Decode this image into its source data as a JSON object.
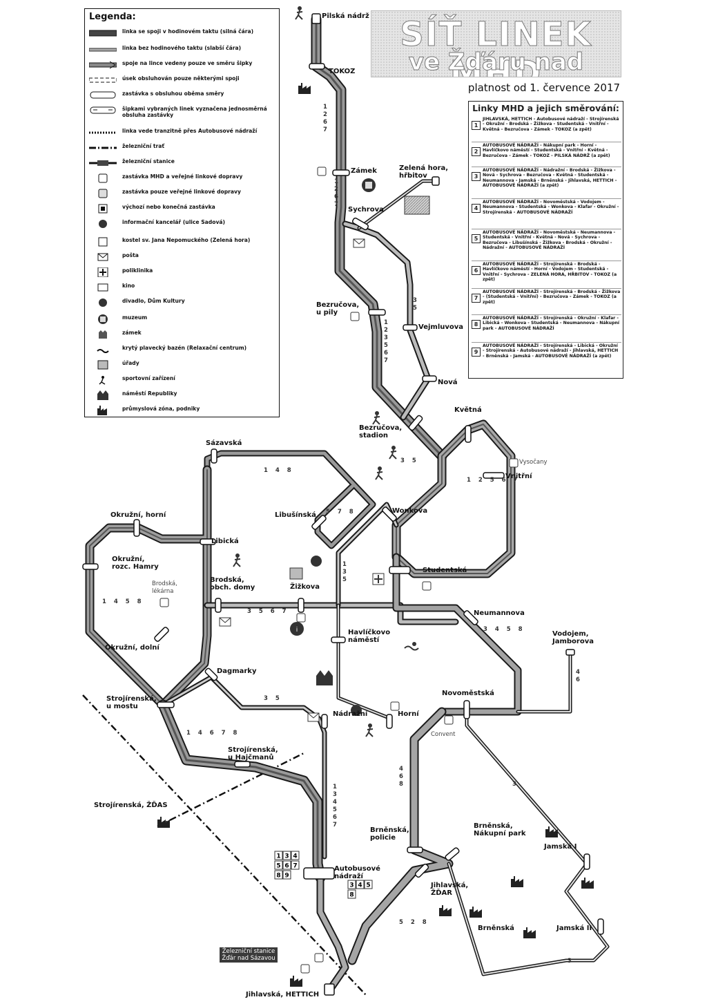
{
  "legend": {
    "title": "Legenda:",
    "items": [
      {
        "label": "linka se spoji v hodinovém taktu (silná čára)",
        "symbol": "thick-line"
      },
      {
        "label": "linka bez hodinového taktu (slabší čára)",
        "symbol": "thin-line"
      },
      {
        "label": "spoje na lince vedeny pouze ve směru šipky",
        "symbol": "arrow-line"
      },
      {
        "label": "úsek obsluhován pouze některými spoji",
        "symbol": "dashed-line"
      },
      {
        "label": "zastávka s obsluhou oběma směry",
        "symbol": "stop-bar"
      },
      {
        "label": "šipkami vybraných linek vyznačena jednosměrná obsluha zastávky",
        "symbol": "stop-arrows"
      },
      {
        "label": "linka vede tranzitně přes Autobusové nádraží",
        "symbol": "dotted-line"
      },
      {
        "label": "železniční trať",
        "symbol": "rail-line"
      },
      {
        "label": "železniční stanice",
        "symbol": "rail-station"
      },
      {
        "label": "zastávka MHD a veřejné linkové dopravy",
        "symbol": "bus-stop"
      },
      {
        "label": "zastávka pouze veřejné linkové dopravy",
        "symbol": "bus-stop-regional"
      },
      {
        "label": "výchozí nebo konečná zastávka",
        "symbol": "terminus"
      },
      {
        "label": "informační kancelář (ulice Sadová)",
        "symbol": "info"
      },
      {
        "label": "kostel sv. Jana Nepomuckého (Zelená hora)",
        "symbol": "church"
      },
      {
        "label": "pošta",
        "symbol": "post"
      },
      {
        "label": "poliklinika",
        "symbol": "clinic"
      },
      {
        "label": "kino",
        "symbol": "cinema"
      },
      {
        "label": "divadlo, Dům Kultury",
        "symbol": "theatre"
      },
      {
        "label": "muzeum",
        "symbol": "museum"
      },
      {
        "label": "zámek",
        "symbol": "castle"
      },
      {
        "label": "krytý plavecký bazén (Relaxační centrum)",
        "symbol": "pool"
      },
      {
        "label": "úřady",
        "symbol": "office"
      },
      {
        "label": "sportovní zařízení",
        "symbol": "sport"
      },
      {
        "label": "náměstí Republiky",
        "symbol": "square"
      },
      {
        "label": "průmyslová zóna, podniky",
        "symbol": "factory"
      }
    ]
  },
  "header": {
    "title_line1": "SÍŤ LINEK MHD",
    "title_line2": "ve Žďáru nad Sázavou",
    "validity": "platnost od 1. července 2017"
  },
  "routes_panel": {
    "title": "Linky MHD a jejich směrování:",
    "routes": [
      {
        "line": "1",
        "text": "JIHLAVSKÁ, HETTICH - Autobusové nádraží - Strojírenská - Okružní - Brodská - Žižkova - Studentská - Vnitřní - Květná - Bezručova - Zámek - TOKOZ (a zpět)"
      },
      {
        "line": "2",
        "text": "AUTOBUSOVÉ NÁDRAŽÍ - Nákupní park - Horní - Havlíčkovo náměstí - Studentská - Vnitřní - Květná - Bezručova - Zámek - TOKOZ - PILSKÁ NÁDRŽ (a zpět)"
      },
      {
        "line": "3",
        "text": "AUTOBUSOVÉ NÁDRAŽÍ - Nádražní - Brodská - Žižkova - Nová - Sychrova - Bezručova - Květná - Studentská - Neumannova - Jamská - Brněnská - Jihlavská, HETTICH - AUTOBUSOVÉ NÁDRAŽÍ (a zpět)"
      },
      {
        "line": "4",
        "text": "AUTOBUSOVÉ NÁDRAŽÍ - Novoměstská - Vodojem - Neumannova - Studentská - Wonkova - Klafar - Okružní - Strojírenská - AUTOBUSOVÉ NÁDRAŽÍ"
      },
      {
        "line": "5",
        "text": "AUTOBUSOVÉ NÁDRAŽÍ - Novoměstská - Neumannova - Studentská - Vnitřní - Květná - Nová - Sychrova - Bezručova - Libušínská - Žižkova - Brodská - Okružní - Nádražní - AUTOBUSOVÉ NÁDRAŽÍ"
      },
      {
        "line": "6",
        "text": "AUTOBUSOVÉ NÁDRAŽÍ - Strojírenská - Brodská - Havlíčkovo náměstí - Horní - Vodojem - Studentská - Vnitřní - Sychrova - ZELENÁ HORA, HŘBITOV - TOKOZ (a zpět)"
      },
      {
        "line": "7",
        "text": "AUTOBUSOVÉ NÁDRAŽÍ - Strojírenská - Brodská - Žižkova - (Studentská - Vnitřní) - Bezručova - Zámek - TOKOZ (a zpět)"
      },
      {
        "line": "8",
        "text": "AUTOBUSOVÉ NÁDRAŽÍ - Strojírenská - Okružní - Klafar - Libická - Wonkova - Studentská - Neumannova - Nákupní park - AUTOBUSOVÉ NÁDRAŽÍ"
      },
      {
        "line": "9",
        "text": "AUTOBUSOVÉ NÁDRAŽÍ - Strojírenská - Libická - Okružní - Strojírenská - Autobusové nádraží - Jihlavská, HETTICH - Brněnská - Jamská - AUTOBUSOVÉ NÁDRAŽÍ (a zpět)"
      }
    ]
  },
  "stops": [
    {
      "id": "pilska-nadrz",
      "label": "Pilská nádrž"
    },
    {
      "id": "tokoz",
      "label": "TOKOZ"
    },
    {
      "id": "zamek",
      "label": "Zámek"
    },
    {
      "id": "zelena-hora",
      "label": "Zelená hora,\nhřbitov"
    },
    {
      "id": "sychrova",
      "label": "Sychrova"
    },
    {
      "id": "bezrucova-pily",
      "label": "Bezručova,\nu pily"
    },
    {
      "id": "vejmluvova",
      "label": "Vejmluvova"
    },
    {
      "id": "nova",
      "label": "Nová"
    },
    {
      "id": "kvetna",
      "label": "Květná"
    },
    {
      "id": "bezrucova-stadion",
      "label": "Bezručova,\nstadion"
    },
    {
      "id": "vysocany",
      "label": "Vysočany"
    },
    {
      "id": "vnitrni",
      "label": "Vnitřní"
    },
    {
      "id": "sazavska",
      "label": "Sázavská"
    },
    {
      "id": "libusinska",
      "label": "Libušínská"
    },
    {
      "id": "wonkova",
      "label": "Wonkova"
    },
    {
      "id": "okruzni-horni",
      "label": "Okružní, horní"
    },
    {
      "id": "libicka",
      "label": "Libická"
    },
    {
      "id": "okruzni-hamry",
      "label": "Okružní,\nrozc. Hamry"
    },
    {
      "id": "brodska-lekarna",
      "label": "Brodská,\nlékárna"
    },
    {
      "id": "brodska-domy",
      "label": "Brodská,\nobch. domy"
    },
    {
      "id": "zizkova",
      "label": "Žižkova"
    },
    {
      "id": "studentska",
      "label": "Studentská"
    },
    {
      "id": "neumannova",
      "label": "Neumannova"
    },
    {
      "id": "havlickovo",
      "label": "Havlíčkovo\nnáměstí"
    },
    {
      "id": "vodojem",
      "label": "Vodojem,\nJamborova"
    },
    {
      "id": "okruzni-dolni",
      "label": "Okružní, dolní"
    },
    {
      "id": "dagmarky",
      "label": "Dagmarky"
    },
    {
      "id": "strojirenska-mostu",
      "label": "Strojírenská,\nu mostu"
    },
    {
      "id": "novomestska",
      "label": "Novoměstská"
    },
    {
      "id": "nadrazni",
      "label": "Nádražní"
    },
    {
      "id": "horni",
      "label": "Horní"
    },
    {
      "id": "convent",
      "label": "Convent"
    },
    {
      "id": "strojirenska-hajcmanu",
      "label": "Strojírenská,\nu Hajčmanů"
    },
    {
      "id": "strojirenska-zdas",
      "label": "Strojírenská, ŽĎAS"
    },
    {
      "id": "brnenska-policie",
      "label": "Brněnská,\npolicie"
    },
    {
      "id": "brnenska-park",
      "label": "Brněnská,\nNákupní park"
    },
    {
      "id": "jamska-1",
      "label": "Jamská I"
    },
    {
      "id": "autobusove-nadrazi",
      "label": "Autobusové\nnádraží"
    },
    {
      "id": "jihlavska-zdar",
      "label": "Jihlavská,\nŽĎAR"
    },
    {
      "id": "brnenska",
      "label": "Brněnská"
    },
    {
      "id": "jamska-2",
      "label": "Jamská II"
    },
    {
      "id": "jihlavska-hettich",
      "label": "Jihlavská, HETTICH"
    }
  ],
  "railway_station_label": "Železniční stanice\nŽďár nad Sázavou",
  "line_number_labels": {
    "tokoz_down": "1\n2\n6\n7",
    "zamek_down": "1\n2\n6\n7",
    "vejmluvova_up": "3\n5",
    "bezrucova_right": "1\n2\n3\n5\n6\n7",
    "sazavska": "1 4 8",
    "stadion": "3 5",
    "kvetna_diag": "1 2 5 6 7",
    "libusinska": "5 7 8",
    "zizkova_down": "1\n3\n5",
    "brodska_h": "3 5 6 7",
    "okruzni_diag": "1 4 5 8",
    "neumannova_diag": "3 4 5 8",
    "vodojem_down": "4\n6",
    "dagmarky": "3 5",
    "hajcmanu_diag": "1 4 6 7 8",
    "nadrazni_down": "1\n3\n4\n5\n6\n7",
    "horni_down": "4\n6\n8",
    "convent_diag": "3",
    "south_diag": "5 2 8",
    "jamska_bottom": "3"
  },
  "terminus_badges": {
    "nadrazi_row1": [
      "1",
      "3",
      "4"
    ],
    "nadrazi_row2": [
      "5",
      "6",
      "7"
    ],
    "nadrazi_row3": [
      "8",
      "9"
    ],
    "nadrazi_right1": [
      "3",
      "4",
      "5"
    ],
    "nadrazi_right2": [
      "8"
    ]
  },
  "colors": {
    "line_dark": "#3a3a3a",
    "line_mid": "#7a7a7a",
    "line_light": "#b5b5b5",
    "line_outline": "#1a1a1a",
    "rail": "#111111"
  }
}
